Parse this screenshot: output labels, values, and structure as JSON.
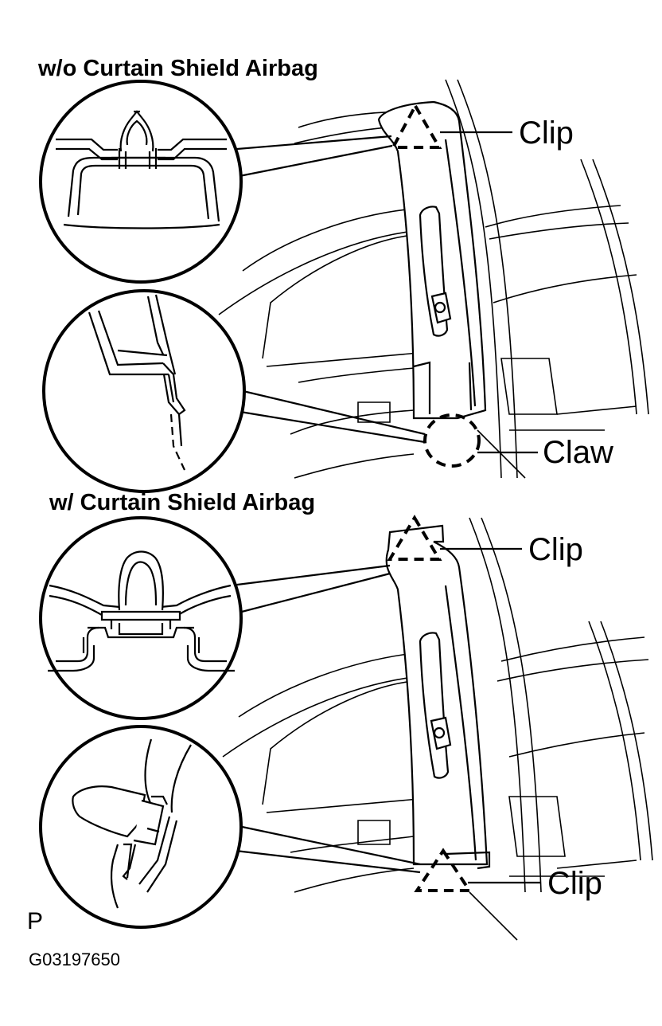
{
  "sections": {
    "without_airbag": {
      "title": "w/o Curtain Shield Airbag",
      "clip_label": "Clip",
      "claw_label": "Claw"
    },
    "with_airbag": {
      "title": "w/ Curtain Shield Airbag",
      "clip_top_label": "Clip",
      "clip_bottom_label": "Clip"
    }
  },
  "footer": {
    "mark": "P",
    "code": "G03197650"
  }
}
